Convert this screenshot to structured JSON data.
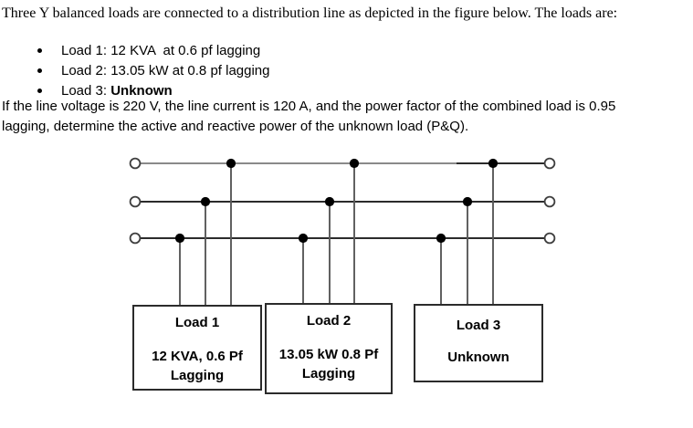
{
  "problem": {
    "intro": "Three Y balanced loads are connected to a distribution line as depicted in the figure below. The loads are:",
    "bullets": [
      {
        "text": "Load 1: 12 KVA  at 0.6 pf lagging"
      },
      {
        "text": "Load 2: 13.05 kW at 0.8 pf lagging"
      },
      {
        "text": "Load 3: ",
        "bold": "Unknown"
      }
    ],
    "question": {
      "line1": "If the line voltage is 220 V, the line current is 120 A, and the power factor of the combined load is 0.95",
      "line2": "lagging, determine the active and reactive power of the unknown load (P&Q)."
    }
  },
  "figure": {
    "load_boxes": [
      {
        "title": "Load 1",
        "spec1": "12 KVA, 0.6 Pf",
        "spec2": "Lagging"
      },
      {
        "title": "Load 2",
        "spec1": "13.05 kW 0.8 Pf",
        "spec2": "Lagging"
      },
      {
        "title": "Load 3",
        "spec1": "Unknown",
        "spec2": ""
      }
    ],
    "colors": {
      "wire_gray": "#8a8a8a",
      "wire_dark": "#2b2b2b",
      "drop_wire": "#595959",
      "junction_dot": "#000000",
      "terminal_stroke": "#3f3f3f",
      "box_border": "#2b2b2b"
    }
  }
}
